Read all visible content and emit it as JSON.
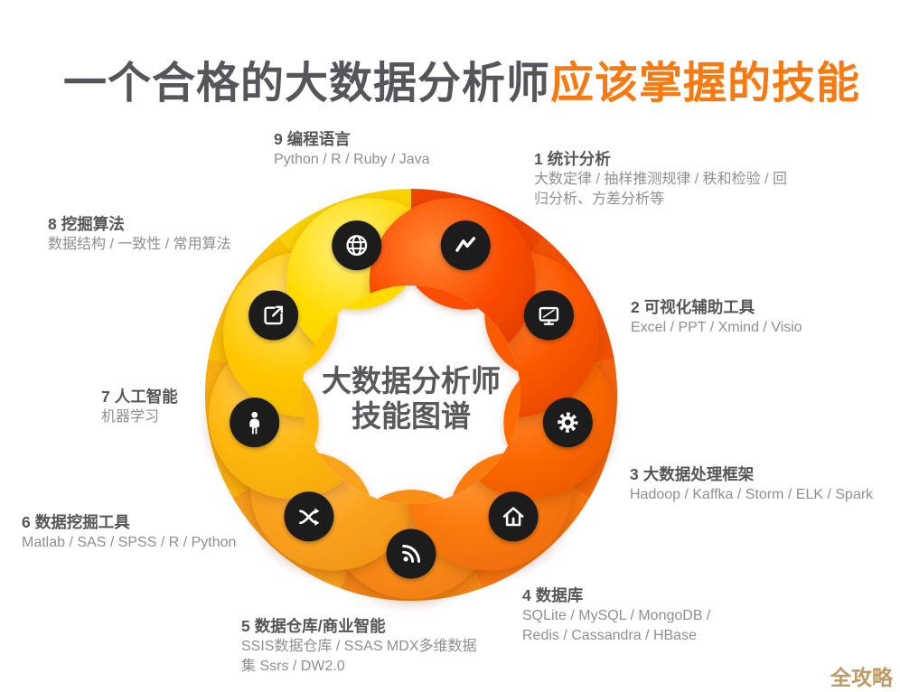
{
  "title": {
    "dark": "一个合格的大数据分析师",
    "accent": "应该掌握的技能"
  },
  "center": {
    "line1": "大数据分析师",
    "line2": "技能图谱"
  },
  "watermark": "全攻略",
  "colors": {
    "accent_orange": "#F8790F",
    "heading_gray": "#55565A",
    "body_gray": "#8F8F8F",
    "watermark_tan": "#BE9A62",
    "icon_disc": "#1b1b1b"
  },
  "items": [
    {
      "num": "1",
      "name": "统计分析",
      "detail": "大数定律 / 抽样推测规律 / 秩和检验 / 回归分析、方差分析等",
      "icon": "line-chart-icon",
      "color": "#FB4D00"
    },
    {
      "num": "2",
      "name": "可视化辅助工具",
      "detail": "Excel / PPT / Xmind / Visio",
      "icon": "monitor-icon",
      "color": "#FC5A02"
    },
    {
      "num": "3",
      "name": "大数据处理框架",
      "detail": "Hadoop / Kaffka / Storm / ELK / Spark",
      "icon": "gear-icon",
      "color": "#FC6A06"
    },
    {
      "num": "4",
      "name": "数据库",
      "detail": "SQLite / MySQL / MongoDB / Redis / Cassandra / HBase",
      "icon": "home-icon",
      "color": "#FB7B0C"
    },
    {
      "num": "5",
      "name": "数据仓库/商业智能",
      "detail": "SSIS数据仓库 / SSAS MDX多维数据集 Ssrs / DW2.0",
      "icon": "rss-icon",
      "color": "#F98E18"
    },
    {
      "num": "6",
      "name": "数据挖掘工具",
      "detail": "Matlab / SAS / SPSS / R / Python",
      "icon": "crossing-arrows-icon",
      "color": "#FBA21E"
    },
    {
      "num": "7",
      "name": "人工智能",
      "detail": "机器学习",
      "icon": "person-icon",
      "color": "#FDB70E"
    },
    {
      "num": "8",
      "name": "挖掘算法",
      "detail": "数据结构 / 一致性 / 常用算法",
      "icon": "export-icon",
      "color": "#FFC804"
    },
    {
      "num": "9",
      "name": "编程语言",
      "detail": "Python / R / Ruby / Java",
      "icon": "globe-icon",
      "color": "#FFDB00"
    }
  ]
}
